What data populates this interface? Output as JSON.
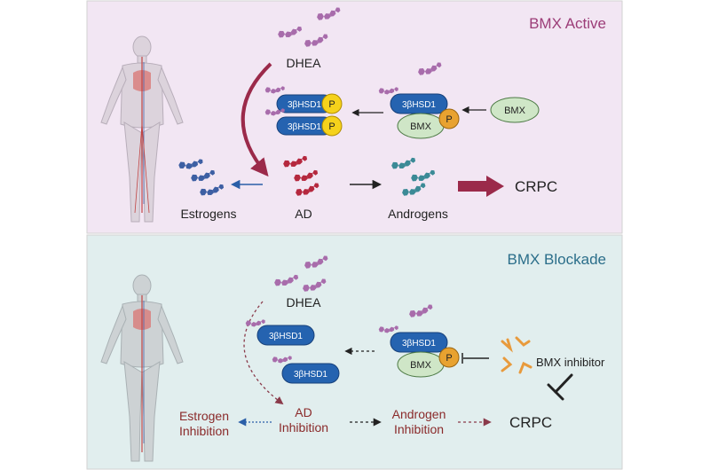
{
  "panels": {
    "active": {
      "title": "BMX Active",
      "dhea": "DHEA",
      "enzyme": "3βHSD1",
      "phospho": "P",
      "bmx": "BMX",
      "bmx_free": "BMX",
      "estrogens": "Estrogens",
      "ad": "AD",
      "androgens": "Androgens",
      "crpc": "CRPC"
    },
    "blockade": {
      "title": "BMX Blockade",
      "dhea": "DHEA",
      "enzyme": "3βHSD1",
      "phospho": "P",
      "bmx": "BMX",
      "inhibitor": "BMX inhibitor",
      "estrogen_l1": "Estrogen",
      "estrogen_l2": "Inhibition",
      "ad_l1": "AD",
      "ad_l2": "Inhibition",
      "androgen_l1": "Androgen",
      "androgen_l2": "Inhibition",
      "crpc": "CRPC"
    }
  },
  "colors": {
    "top_bg": "#f2e6f3",
    "bottom_bg": "#e1eeee",
    "panel_border": "#d2d2d2",
    "title_active": "#9c3d78",
    "title_blockade": "#2b6e8a",
    "enzyme_fill": "#2563b0",
    "bmx_fill": "#cfe6c7",
    "phospho_yellow": "#f5d21b",
    "phospho_orange": "#e8a230",
    "dhea_molecule": "#a86cab",
    "estrogen_molecule": "#3d5fa3",
    "ad_molecule": "#b5283e",
    "androgen_molecule": "#3b8a96",
    "crpc_arrow": "#9b2a4a",
    "inhibition_text": "#8a2a2a"
  },
  "icons": [
    "human-body-icon",
    "molecule-icon",
    "inhibitor-icon"
  ]
}
